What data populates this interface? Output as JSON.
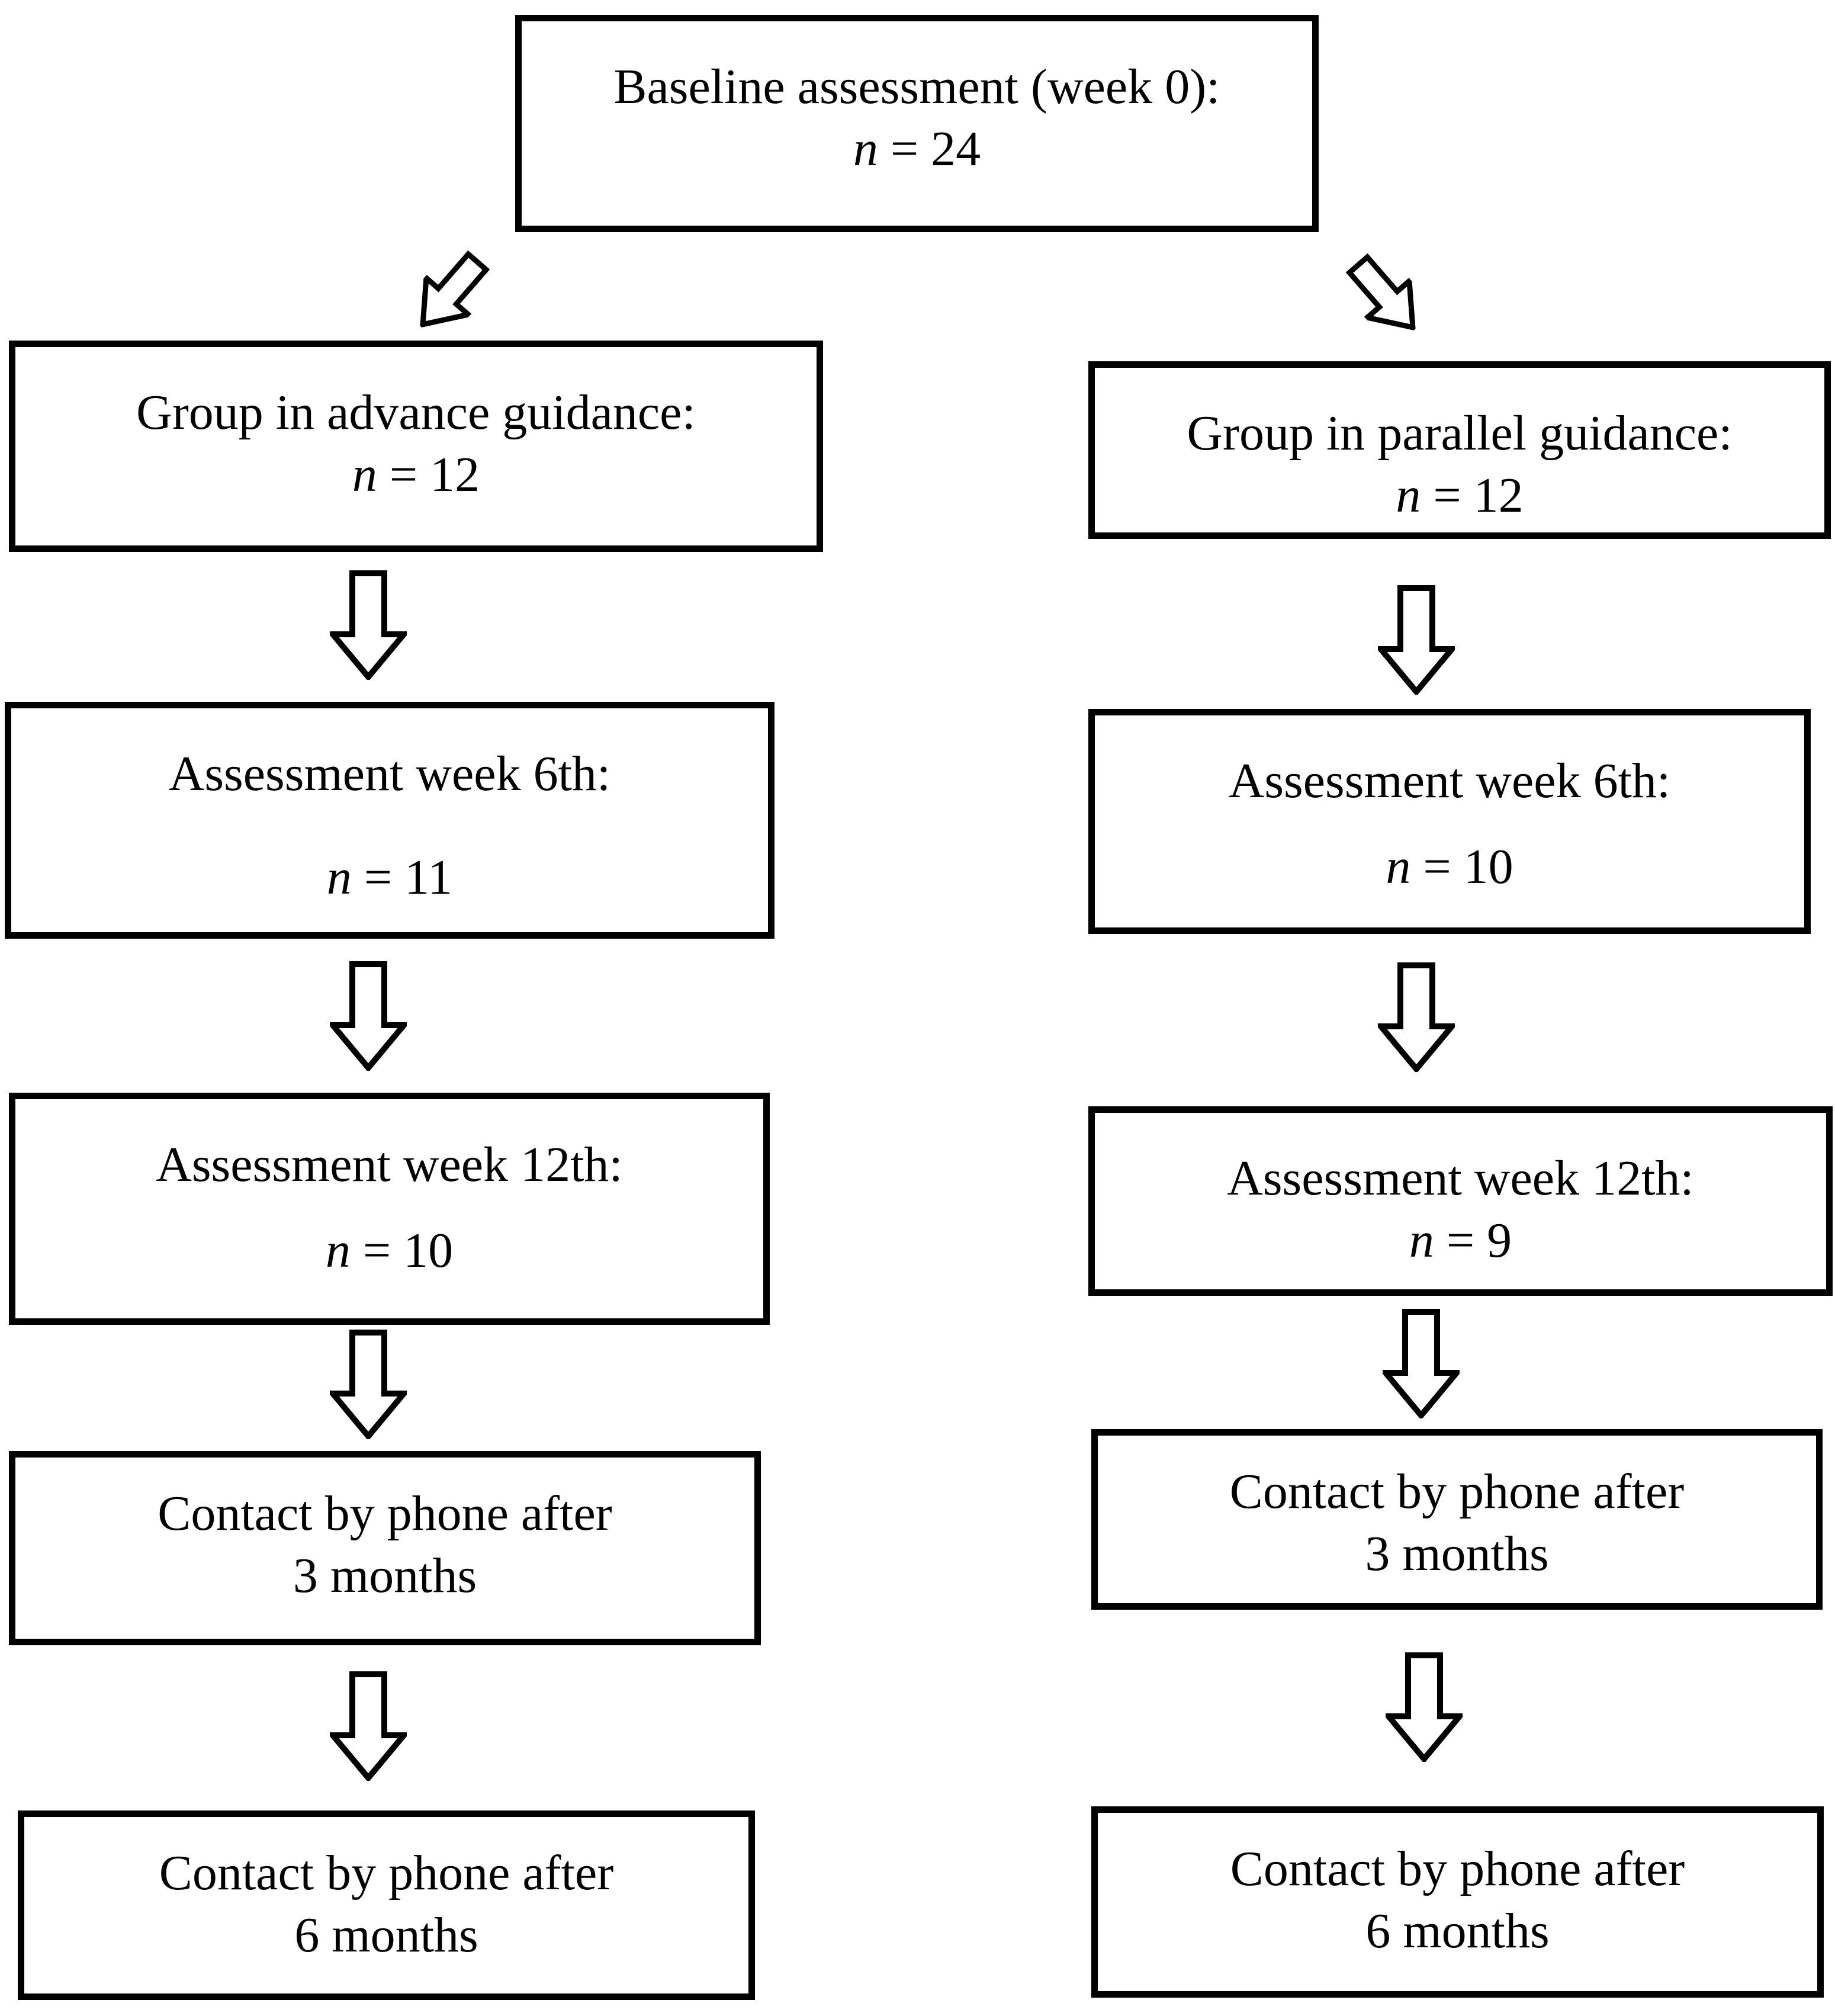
{
  "colors": {
    "line": "#000000",
    "background": "#ffffff"
  },
  "boxes": {
    "baseline": {
      "line1": "Baseline assessment (week 0):",
      "n_var": "n",
      "n_value": " = 24"
    },
    "left_column": [
      {
        "line1": "Group in advance guidance:",
        "n_var": "n",
        "n_value": " = 12"
      },
      {
        "line1": "Assessment week 6th:",
        "n_var": "n",
        "n_value": " = 11"
      },
      {
        "line1": "Assessment week 12th:",
        "n_var": "n",
        "n_value": " = 10"
      },
      {
        "line1": "Contact by phone after",
        "line2": "3 months"
      },
      {
        "line1": "Contact by phone after",
        "line2": "6 months"
      }
    ],
    "right_column": [
      {
        "line1": "Group in parallel guidance:",
        "n_var": "n",
        "n_value": " = 12"
      },
      {
        "line1": "Assessment week 6th:",
        "n_var": "n",
        "n_value": " = 10"
      },
      {
        "line1": "Assessment week 12th:",
        "n_var": "n",
        "n_value": " = 9"
      },
      {
        "line1": "Contact by phone after",
        "line2": "3 months"
      },
      {
        "line1": "Contact by phone after",
        "line2": "6 months"
      }
    ]
  }
}
